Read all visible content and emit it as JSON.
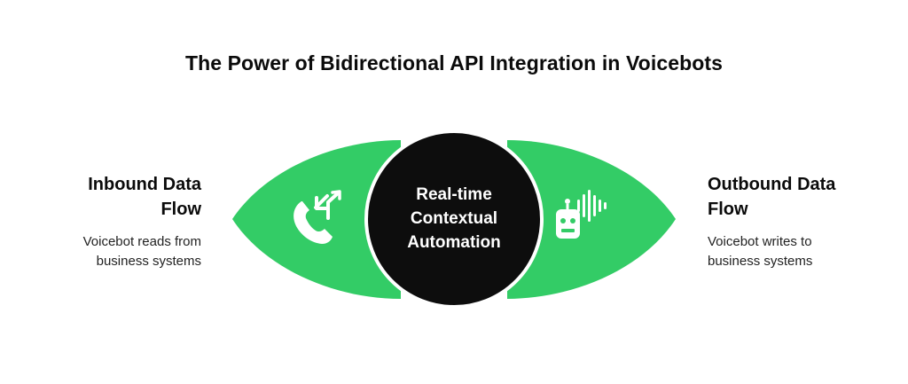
{
  "title": "The Power of Bidirectional API Integration in Voicebots",
  "center": {
    "line1": "Real-time",
    "line2": "Contextual",
    "line3": "Automation"
  },
  "inbound": {
    "heading_line1": "Inbound Data",
    "heading_line2": "Flow",
    "desc_line1": "Voicebot reads from",
    "desc_line2": "business systems",
    "icon": "incoming-call-icon"
  },
  "outbound": {
    "heading_line1": "Outbound Data",
    "heading_line2": "Flow",
    "desc_line1": "Voicebot writes to",
    "desc_line2": "business systems",
    "icon": "voice-robot-icon"
  },
  "colors": {
    "green": "#33CC66",
    "center_fill": "#0d0d0d",
    "center_text": "#ffffff",
    "icon": "#ffffff"
  }
}
